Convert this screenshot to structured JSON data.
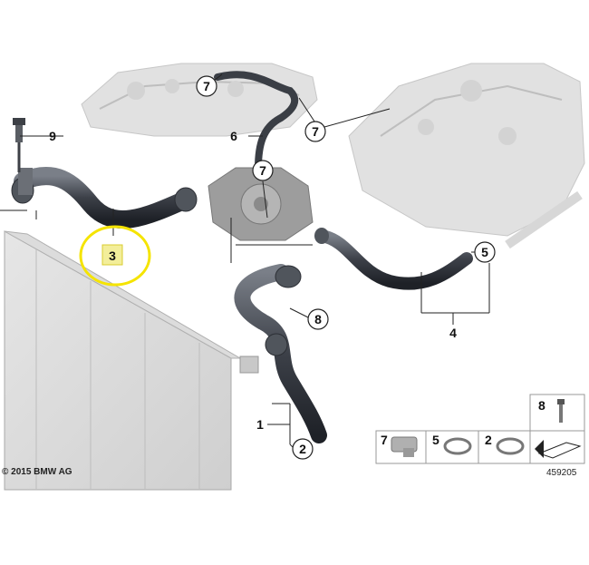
{
  "callouts": {
    "c7a": "7",
    "c7b": "7",
    "c7c": "7",
    "c9": "9",
    "c6": "6",
    "c3": "3",
    "c5": "5",
    "c4": "4",
    "c8": "8",
    "c1": "1",
    "c2": "2"
  },
  "legend": {
    "item_8": "8",
    "item_7": "7",
    "item_5": "5",
    "item_2": "2"
  },
  "highlight_color": "#f5e400",
  "copyright": "© 2015 BMW AG",
  "ref_number": "459205"
}
